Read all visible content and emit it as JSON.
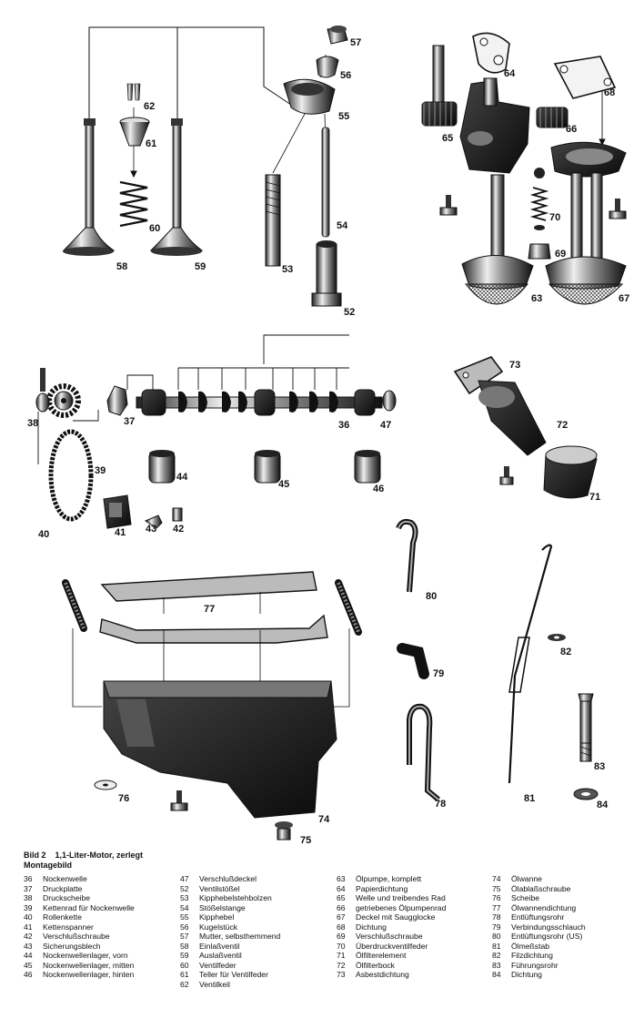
{
  "caption": {
    "figure": "Bild 2",
    "title": "1,1-Liter-Motor, zerlegt",
    "subtitle": "Montagebild"
  },
  "callouts": [
    "36",
    "37",
    "38",
    "39",
    "40",
    "41",
    "42",
    "43",
    "44",
    "45",
    "46",
    "47",
    "52",
    "53",
    "54",
    "55",
    "56",
    "57",
    "58",
    "59",
    "60",
    "61",
    "62",
    "63",
    "64",
    "65",
    "66",
    "67",
    "68",
    "69",
    "70",
    "71",
    "72",
    "73",
    "74",
    "75",
    "76",
    "77",
    "78",
    "79",
    "80",
    "81",
    "82",
    "83",
    "84"
  ],
  "legend": [
    [
      {
        "n": "36",
        "t": "Nockenwelle"
      },
      {
        "n": "37",
        "t": "Druckplatte"
      },
      {
        "n": "38",
        "t": "Druckscheibe"
      },
      {
        "n": "39",
        "t": "Kettenrad für Nockenwelle"
      },
      {
        "n": "40",
        "t": "Rollenkette"
      },
      {
        "n": "41",
        "t": "Kettenspanner"
      },
      {
        "n": "42",
        "t": "Verschlußschraube"
      },
      {
        "n": "43",
        "t": "Sicherungsblech"
      },
      {
        "n": "44",
        "t": "Nockenwellenlager, vorn"
      },
      {
        "n": "45",
        "t": "Nockenwellenlager, mitten"
      },
      {
        "n": "46",
        "t": "Nockenwellenlager, hinten"
      }
    ],
    [
      {
        "n": "47",
        "t": "Verschlußdeckel"
      },
      {
        "n": "52",
        "t": "Ventilstößel"
      },
      {
        "n": "53",
        "t": "Kipphebelstehbolzen"
      },
      {
        "n": "54",
        "t": "Stößelstange"
      },
      {
        "n": "55",
        "t": "Kipphebel"
      },
      {
        "n": "56",
        "t": "Kugelstück"
      },
      {
        "n": "57",
        "t": "Mutter, selbsthemmend"
      },
      {
        "n": "58",
        "t": "Einlaßventil"
      },
      {
        "n": "59",
        "t": "Auslaßventil"
      },
      {
        "n": "60",
        "t": "Ventilfeder"
      },
      {
        "n": "61",
        "t": "Teller für Ventilfeder"
      },
      {
        "n": "62",
        "t": "Ventilkeil"
      }
    ],
    [
      {
        "n": "63",
        "t": "Ölpumpe, komplett"
      },
      {
        "n": "64",
        "t": "Papierdichtung"
      },
      {
        "n": "65",
        "t": "Welle und treibendes Rad"
      },
      {
        "n": "66",
        "t": "getriebenes Ölpumpenrad"
      },
      {
        "n": "67",
        "t": "Deckel mit Saugglocke"
      },
      {
        "n": "68",
        "t": "Dichtung"
      },
      {
        "n": "69",
        "t": "Verschlußschraube"
      },
      {
        "n": "70",
        "t": "Überdruckventilfeder"
      },
      {
        "n": "71",
        "t": "Ölfilterelement"
      },
      {
        "n": "72",
        "t": "Ölfilterbock"
      },
      {
        "n": "73",
        "t": "Asbestdichtung"
      }
    ],
    [
      {
        "n": "74",
        "t": "Ölwanne"
      },
      {
        "n": "75",
        "t": "Ölablaßschraube"
      },
      {
        "n": "76",
        "t": "Scheibe"
      },
      {
        "n": "77",
        "t": "Ölwannendichtung"
      },
      {
        "n": "78",
        "t": "Entlüftungsrohr"
      },
      {
        "n": "79",
        "t": "Verbindungsschlauch"
      },
      {
        "n": "80",
        "t": "Entlüftungsrohr (US)"
      },
      {
        "n": "81",
        "t": "Ölmeßstab"
      },
      {
        "n": "82",
        "t": "Filzdichtung"
      },
      {
        "n": "83",
        "t": "Führungsrohr"
      },
      {
        "n": "84",
        "t": "Dichtung"
      }
    ]
  ]
}
